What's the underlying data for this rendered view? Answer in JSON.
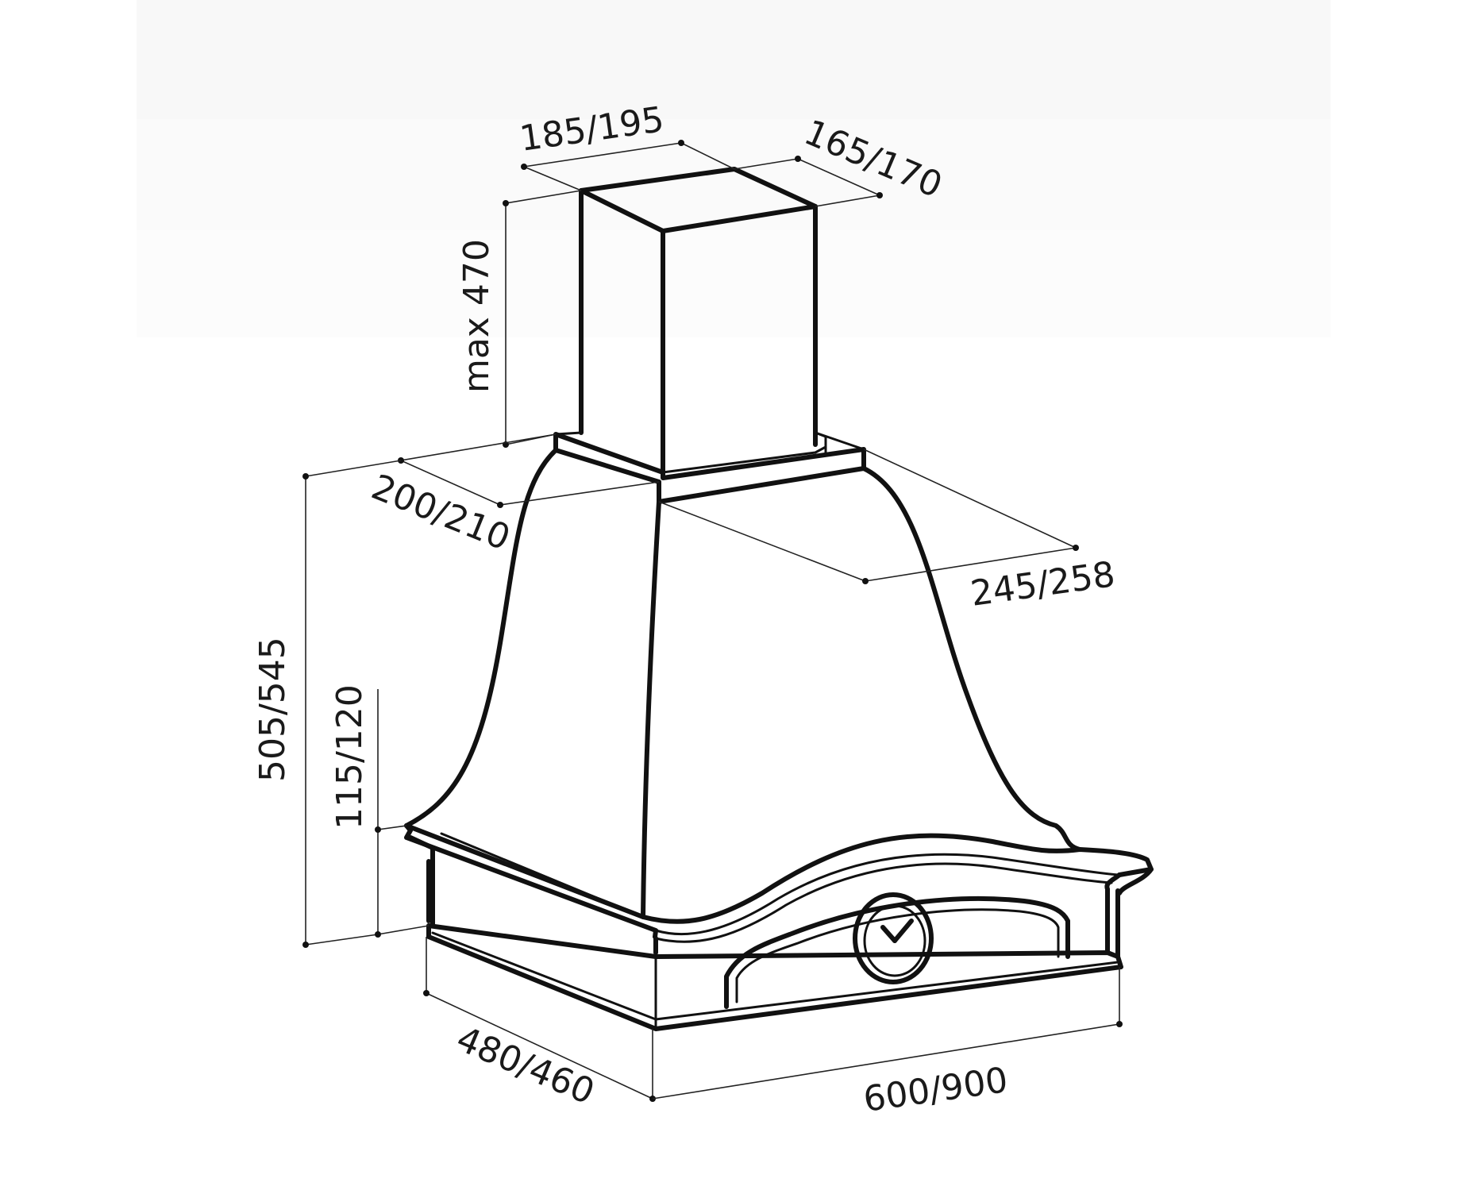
{
  "diagram": {
    "dimensions": {
      "chimney_width": "185/195",
      "chimney_depth": "165/170",
      "chimney_height": "max 470",
      "collar_depth": "200/210",
      "collar_width": "245/258",
      "total_height": "505/545",
      "frame_height": "115/120",
      "hood_depth": "480/460",
      "hood_width": "600/900"
    }
  }
}
